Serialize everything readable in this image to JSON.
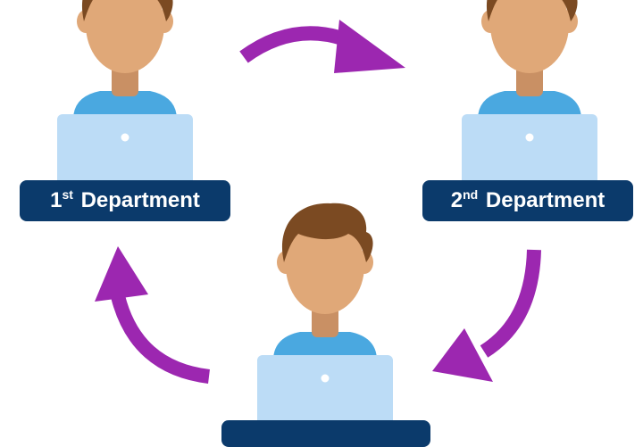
{
  "diagram": {
    "colors": {
      "arrow": "#9c27b0",
      "label_bg": "#0b3a6b",
      "label_text": "#ffffff",
      "hair": "#7b4a22",
      "skin": "#e0a878",
      "shirt": "#4aa8e0",
      "laptop": "#bcdcf6"
    },
    "departments": [
      {
        "number": "1",
        "suffix": "st",
        "name": "Department"
      },
      {
        "number": "2",
        "suffix": "nd",
        "name": "Department"
      }
    ],
    "icons": [
      "person-icon",
      "laptop-icon",
      "cycle-arrow-icon"
    ]
  }
}
